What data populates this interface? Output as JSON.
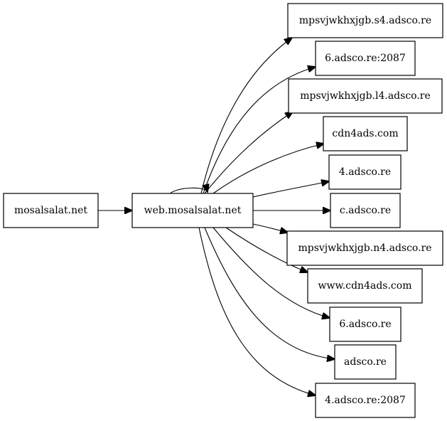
{
  "graph": {
    "nodes": {
      "source": "mosalsalat.net",
      "hub": "web.mosalsalat.net",
      "t1": "mpsvjwkhxjgb.s4.adsco.re",
      "t2": "6.adsco.re:2087",
      "t3": "mpsvjwkhxjgb.l4.adsco.re",
      "t4": "cdn4ads.com",
      "t5": "4.adsco.re",
      "t6": "c.adsco.re",
      "t7": "mpsvjwkhxjgb.n4.adsco.re",
      "t8": "www.cdn4ads.com",
      "t9": "6.adsco.re",
      "t10": "adsco.re",
      "t11": "4.adsco.re:2087"
    },
    "edges": [
      [
        "source",
        "hub"
      ],
      [
        "hub",
        "hub"
      ],
      [
        "hub",
        "t1"
      ],
      [
        "hub",
        "t2"
      ],
      [
        "hub",
        "t3"
      ],
      [
        "hub",
        "t4"
      ],
      [
        "hub",
        "t5"
      ],
      [
        "hub",
        "t6"
      ],
      [
        "hub",
        "t7"
      ],
      [
        "hub",
        "t8"
      ],
      [
        "hub",
        "t9"
      ],
      [
        "hub",
        "t10"
      ],
      [
        "hub",
        "t11"
      ]
    ]
  }
}
